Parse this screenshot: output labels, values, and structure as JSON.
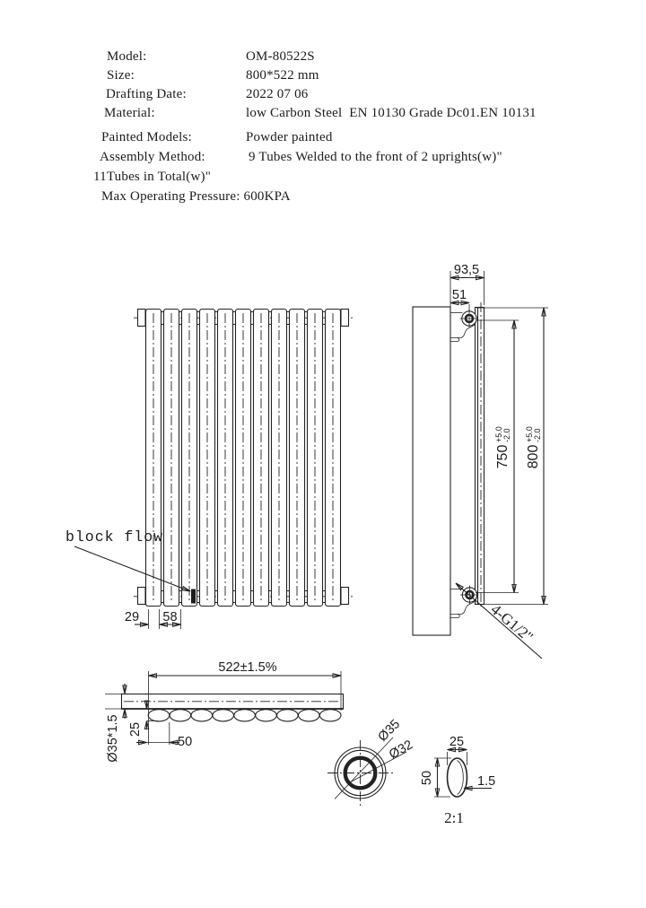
{
  "spec": {
    "rows": [
      {
        "label": "Model:",
        "value": "OM-80522S"
      },
      {
        "label": "Size:",
        "value": "800*522 mm"
      },
      {
        "label": "Drafting Date:",
        "value": "2022 07 06"
      },
      {
        "label": "Material:",
        "value": "low Carbon Steel  EN 10130 Grade Dc01.EN 10131"
      },
      {
        "label": "Painted Models:",
        "value": "Powder painted"
      },
      {
        "label": "Assembly Method:",
        "value": "9 Tubes Welded to the front of 2 uprights(w)\""
      },
      {
        "label": "11Tubes in Total(w)\"",
        "value": ""
      },
      {
        "label": "Max Operating Pressure: 600KPA",
        "value": ""
      }
    ]
  },
  "front_view": {
    "flow_label": "block flow",
    "dim_29": "29",
    "dim_58": "58"
  },
  "side_view": {
    "dim_935": "93,5",
    "dim_51": "51",
    "dim_750": {
      "value": "750",
      "plus": "+5.0",
      "minus": "-2.0"
    },
    "dim_800": {
      "value": "800",
      "plus": "+5.0",
      "minus": "-2.0"
    },
    "thread_label": "4-G1/2\""
  },
  "bottom_view": {
    "dim_width": "522±1.5%",
    "dim_tube": "Ø35*1.5",
    "dim_depth": "25",
    "dim_pitch": "50"
  },
  "detail_round": {
    "dia_outer": "Ø35",
    "dia_inner": "Ø32"
  },
  "detail_oval": {
    "dim_width": "25",
    "dim_height": "50",
    "dim_wall": "1.5",
    "scale_label": "2:1"
  },
  "colors": {
    "line": "#232323",
    "background": "#ffffff"
  }
}
